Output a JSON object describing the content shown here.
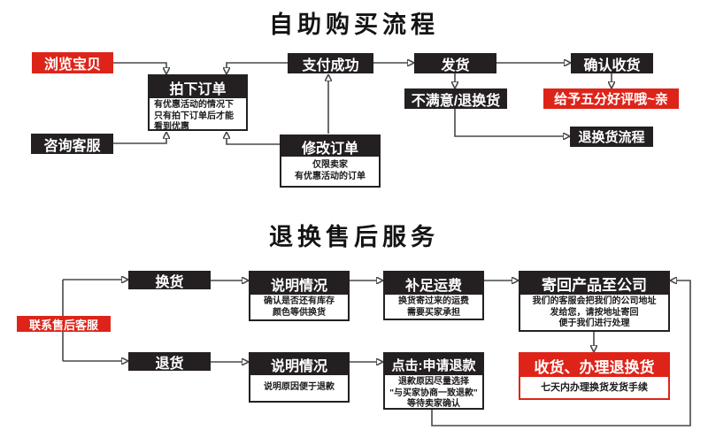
{
  "colors": {
    "accent_red": "#de2419",
    "box_black": "#242021",
    "line": "#47484b"
  },
  "s1": {
    "title": "自助购买流程",
    "browse": "浏览宝贝",
    "place_order": "拍下订单",
    "place_order_note": [
      "有优惠活动的情况下",
      "只有拍下订单后才能",
      "看到优惠"
    ],
    "consult": "咨询客服",
    "pay_success": "支付成功",
    "modify_order": "修改订单",
    "modify_order_note": [
      "仅限卖家",
      "有优惠活动的订单"
    ],
    "ship": "发货",
    "unsatisfied": "不满意/退换货",
    "confirm": "确认收货",
    "five_star": "给予五分好评哦~亲",
    "return_flow": "退换货流程"
  },
  "s2": {
    "title": "退换售后服务",
    "contact": "联系售后客服",
    "exchange": "换货",
    "explain_exchange": "说明情况",
    "explain_exchange_note": [
      "确认是否还有库存",
      "颜色等供换货"
    ],
    "freight": "补足运费",
    "freight_note": [
      "换货寄过来的运费",
      "需要买家承担"
    ],
    "send_back": "寄回产品至公司",
    "send_back_note": [
      "我们的客服会把我们的公司地址",
      "发给您，请按地址寄回",
      "便于我们进行处理"
    ],
    "refund": "退货",
    "explain_refund": "说明情况",
    "explain_refund_note": [
      "说明原因便于退款"
    ],
    "apply_refund": "点击:申请退款",
    "apply_refund_note": [
      "退款原因尽量选择",
      "\"与买家协商一致退款\"",
      "等待卖家确认"
    ],
    "receive": "收货、办理退换货",
    "receive_note": [
      "七天内办理换货发货手续"
    ]
  }
}
